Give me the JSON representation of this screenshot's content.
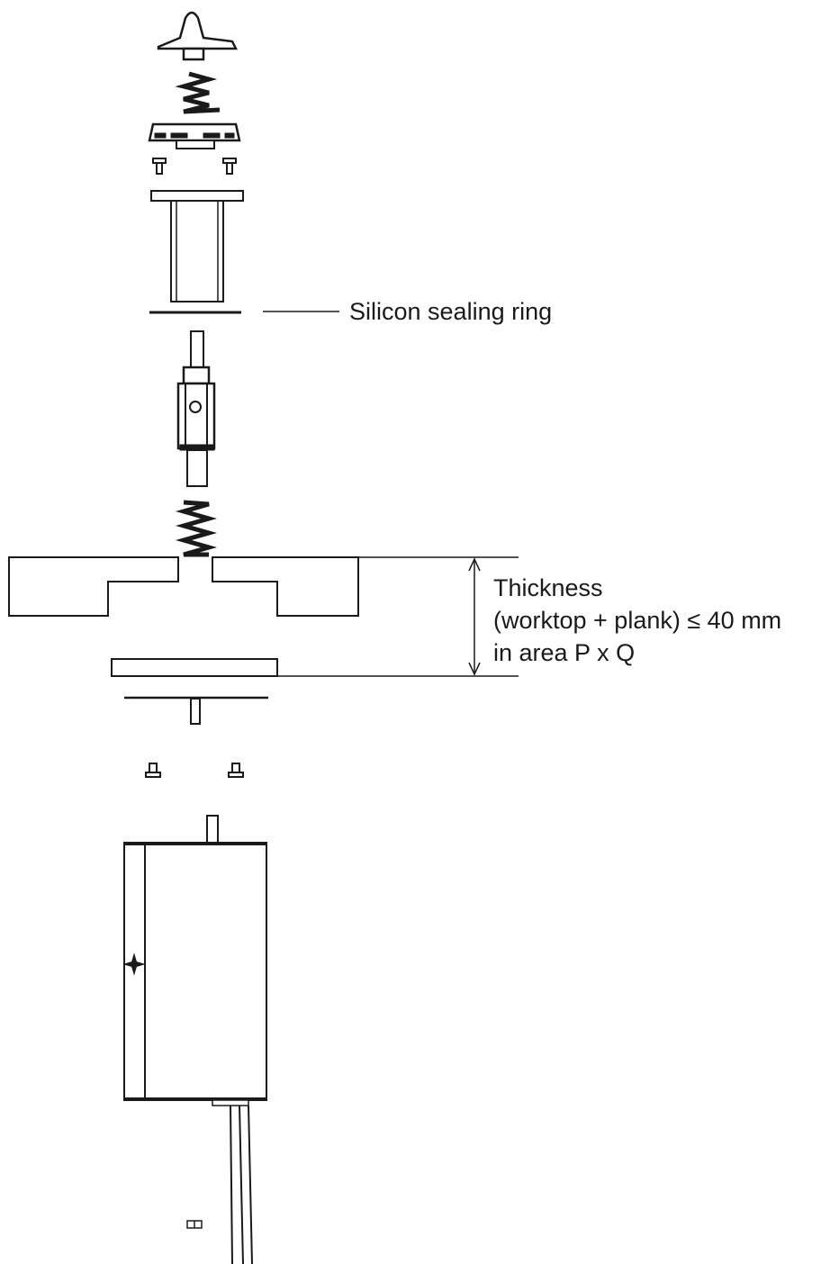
{
  "labels": {
    "sealing_ring": "Silicon sealing ring",
    "thickness_line1": "Thickness",
    "thickness_line2": "(worktop + plank) ≤ 40 mm",
    "thickness_line3": "in area P x Q"
  }
}
